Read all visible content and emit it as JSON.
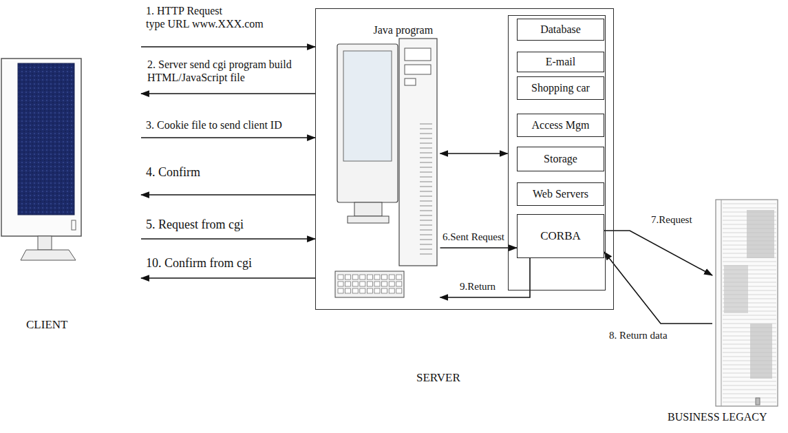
{
  "diagram": {
    "nodes": [
      {
        "text": [
          "CLIENT"
        ]
      },
      {
        "text": [
          "SERVER"
        ]
      },
      {
        "text": [
          "Java program"
        ],
        "in": 1
      },
      {
        "text": [],
        "in": 1
      },
      {
        "text": [
          "Database"
        ],
        "in": 3
      },
      {
        "text": [
          "E-mail"
        ],
        "in": 3
      },
      {
        "text": [
          "Shopping car"
        ],
        "in": 3
      },
      {
        "text": [
          "Access Mgm"
        ],
        "in": 3
      },
      {
        "text": [
          "Storage"
        ],
        "in": 3
      },
      {
        "text": [
          "Web Servers"
        ],
        "in": 3
      },
      {
        "text": [
          "CORBA"
        ],
        "in": 3
      },
      {
        "text": [
          "BUSINESS LEGACY"
        ]
      }
    ],
    "edges": [
      {
        "from": 0,
        "to": 1,
        "arrow": "to",
        "label": "1. HTTP Request type URL www.XXX.com"
      },
      {
        "from": 1,
        "to": 0,
        "arrow": "to",
        "label": "2. Server send cgi program build HTML/JavaScript file"
      },
      {
        "from": 0,
        "to": 1,
        "arrow": "to",
        "label": "3. Cookie file to send client ID"
      },
      {
        "from": 1,
        "to": 0,
        "arrow": "to",
        "label": "4. Confirm"
      },
      {
        "from": 0,
        "to": 1,
        "arrow": "to",
        "label": "5. Request from cgi"
      },
      {
        "from": 2,
        "to": 10,
        "arrow": "to",
        "label": "6.Sent Request"
      },
      {
        "from": 10,
        "to": 11,
        "arrow": "to",
        "label": "7.Request"
      },
      {
        "from": 11,
        "to": 10,
        "arrow": "to",
        "label": "8. Return data"
      },
      {
        "from": 10,
        "to": 2,
        "arrow": "to",
        "label": "9.Return"
      },
      {
        "from": 1,
        "to": 0,
        "arrow": "to",
        "label": "10. Confirm from cgi"
      },
      {
        "from": 2,
        "to": 3,
        "arrow": "both"
      }
    ]
  }
}
